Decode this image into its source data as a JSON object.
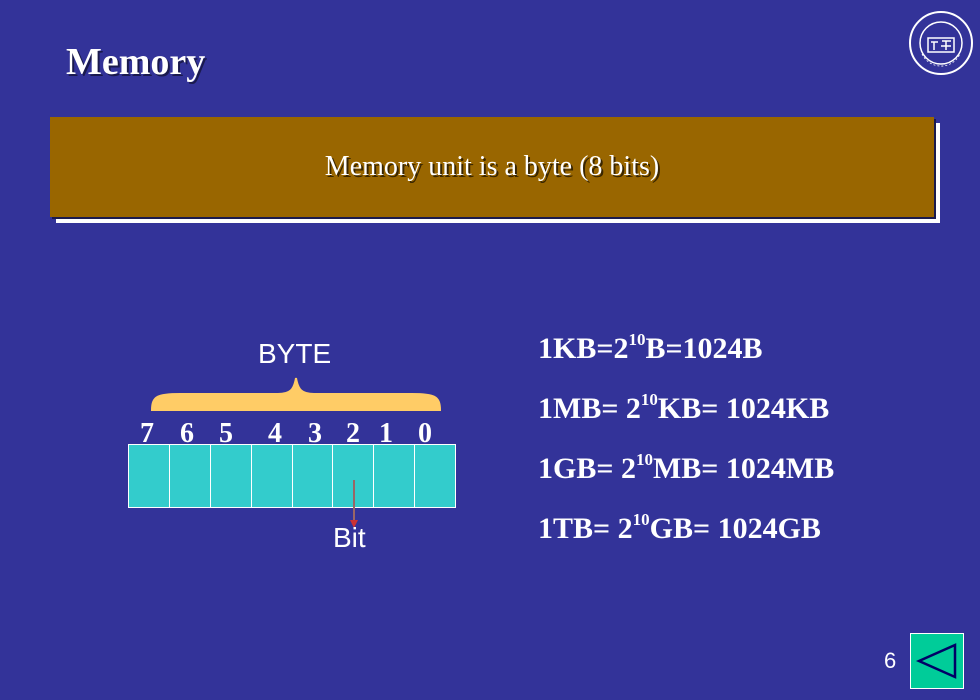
{
  "slide": {
    "title": "Memory",
    "banner_text": "Memory unit is a byte (8 bits)",
    "page_number": "6"
  },
  "diagram": {
    "byte_label": "BYTE",
    "bit_label": "Bit",
    "bit_numbers": [
      "7",
      "6",
      "5",
      "4",
      "3",
      "2",
      "1",
      "0"
    ]
  },
  "units": [
    {
      "prefix": "1KB=2",
      "exp": "10",
      "suffix": "B=1024B"
    },
    {
      "prefix": "1MB= 2",
      "exp": "10",
      "suffix": "KB= 1024KB"
    },
    {
      "prefix": "1GB= 2",
      "exp": "10",
      "suffix": "MB= 1024MB"
    },
    {
      "prefix": "1TB= 2",
      "exp": "10",
      "suffix": "GB= 1024GB"
    }
  ],
  "colors": {
    "background": "#333399",
    "banner": "#996600",
    "cells": "#33cccc",
    "brace": "#ffcc66",
    "nav_button": "#00cc99"
  },
  "icons": {
    "logo": "university-seal-icon",
    "nav": "triangle-left-icon"
  }
}
